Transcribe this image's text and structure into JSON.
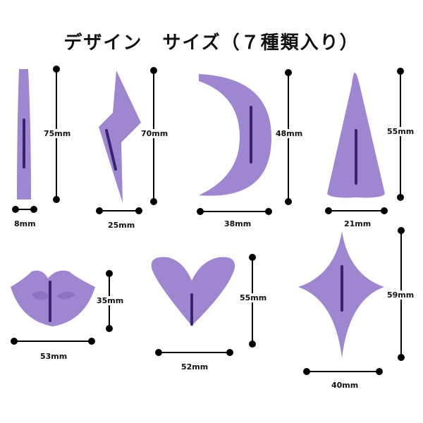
{
  "title": "デザイン　サイズ（７種類入り）",
  "colors": {
    "shape": "#9f86d0",
    "shape_dark": "#8c72c2",
    "slot": "#3a2370",
    "line": "#000000"
  },
  "shapes": [
    {
      "name": "stick",
      "width": "8mm",
      "height": "75mm"
    },
    {
      "name": "lightning",
      "width": "25mm",
      "height": "70mm"
    },
    {
      "name": "crescent-moon",
      "width": "38mm",
      "height": "48mm"
    },
    {
      "name": "cone",
      "width": "21mm",
      "height": "55mm"
    },
    {
      "name": "lips",
      "width": "53mm",
      "height": "35mm"
    },
    {
      "name": "heart",
      "width": "52mm",
      "height": "55mm"
    },
    {
      "name": "star",
      "width": "40mm",
      "height": "59mm"
    }
  ]
}
